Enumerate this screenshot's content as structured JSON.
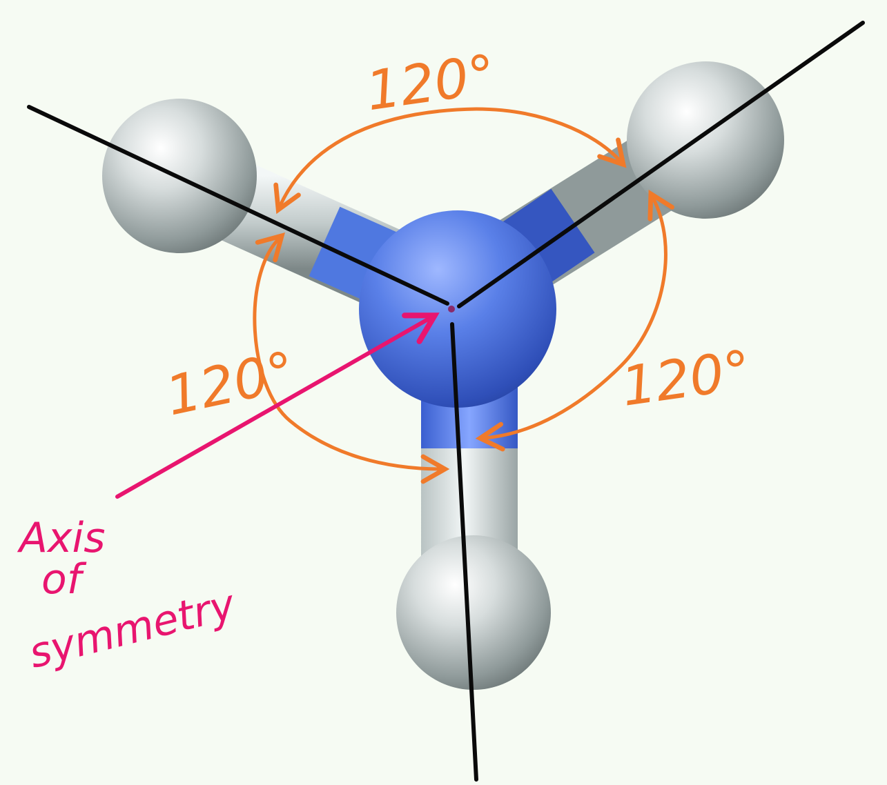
{
  "angles": {
    "top": "120°",
    "left": "120°",
    "right": "120°"
  },
  "axis_label": {
    "line1": "Axis",
    "line2": "of",
    "line3": "symmetry"
  },
  "colors": {
    "background": "#f6fbf3",
    "nitrogen": "#4f78e0",
    "hydrogen": "#c9d2d2",
    "bond_light": "#e4ecec",
    "axis_lines": "#0a0a0a",
    "angle_annotations": "#f07a2a",
    "axis_annotation": "#e8156f"
  }
}
